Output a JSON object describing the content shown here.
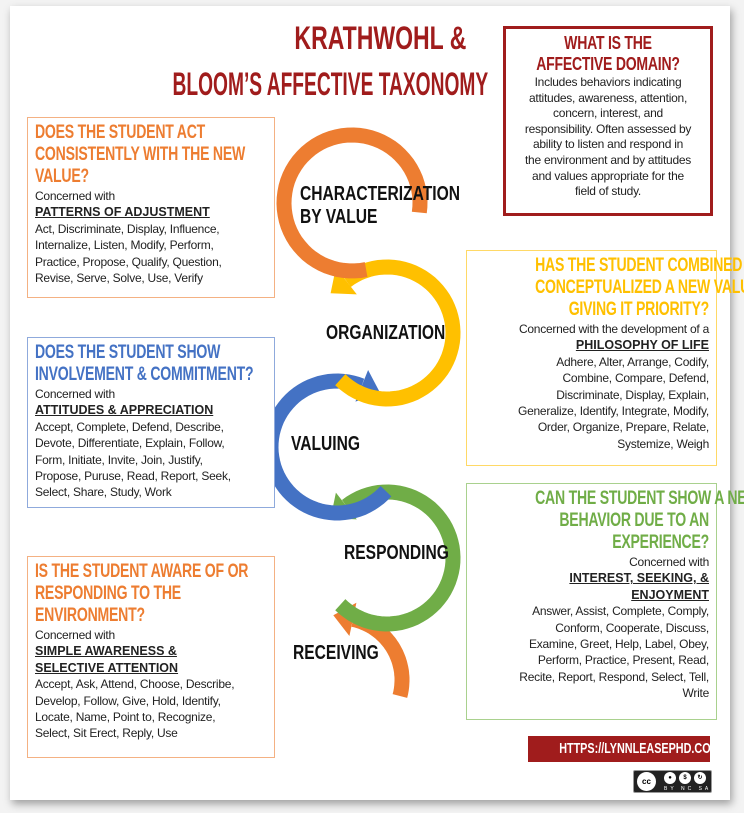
{
  "title": {
    "line1": "KRATHWOHL &",
    "line2": "BLOOM’S AFFECTIVE TAXONOMY"
  },
  "colors": {
    "title": "#a01c1c",
    "orange": "#ed7d31",
    "yellow": "#ffc000",
    "blue": "#4472c4",
    "green": "#70ad47"
  },
  "what_is": {
    "heading": [
      "WHAT IS THE",
      "AFFECTIVE DOMAIN?"
    ],
    "body": [
      "Includes behaviors indicating",
      "attitudes,  awareness, attention,",
      "concern, interest, and",
      "responsibility. Often assessed by",
      "ability to listen and respond in",
      "the environment and by attitudes",
      "and values appropriate for the",
      "field of study."
    ]
  },
  "stages": {
    "characterization": [
      "CHARACTERIZATION",
      "BY VALUE"
    ],
    "organization": "ORGANIZATION",
    "valuing": "VALUING",
    "responding": "RESPONDING",
    "receiving": "RECEIVING"
  },
  "boxes": {
    "characterization": {
      "heading": [
        "DOES THE STUDENT ACT",
        "CONSISTENTLY WITH THE NEW",
        "VALUE?"
      ],
      "intro": "Concerned with",
      "focus": [
        "PATTERNS OF ADJUSTMENT"
      ],
      "verbs": [
        "Act, Discriminate, Display, Influence,",
        "Internalize, Listen, Modify, Perform,",
        "Practice, Propose, Qualify, Question,",
        "Revise, Serve, Solve, Use, Verify"
      ]
    },
    "organization": {
      "heading": [
        "HAS THE STUDENT COMBINED AND",
        "CONCEPTUALIZED A NEW VALUE",
        "GIVING IT PRIORITY?"
      ],
      "intro": "Concerned with the development of a",
      "focus": [
        "PHILOSOPHY OF LIFE"
      ],
      "verbs": [
        "Adhere, Alter,  Arrange, Codify,",
        "Combine, Compare, Defend,",
        "Discriminate, Display, Explain,",
        "Generalize, Identify,  Integrate, Modify,",
        "Order, Organize, Prepare, Relate,",
        "Systemize, Weigh"
      ]
    },
    "valuing": {
      "heading": [
        "DOES THE STUDENT SHOW",
        "INVOLVEMENT & COMMITMENT?"
      ],
      "intro": "Concerned with",
      "focus": [
        "ATTITUDES & APPRECIATION"
      ],
      "verbs": [
        "Accept, Complete, Defend, Describe,",
        "Devote, Differentiate,  Explain, Follow,",
        "Form, Initiate,  Invite,  Join, Justify,",
        "Propose, Puruse, Read, Report, Seek,",
        "Select, Share, Study, Work"
      ]
    },
    "responding": {
      "heading": [
        "CAN THE STUDENT SHOW A NEW",
        "BEHAVIOR DUE TO AN",
        "EXPERIENCE?"
      ],
      "intro": "Concerned with",
      "focus": [
        "INTEREST, SEEKING, &",
        "ENJOYMENT"
      ],
      "verbs": [
        "Answer, Assist, Complete, Comply,",
        "Conform, Cooperate, Discuss,",
        "Examine, Greet, Help, Label, Obey,",
        "Perform, Practice, Present, Read,",
        "Recite, Report, Respond, Select, Tell,",
        "Write"
      ]
    },
    "receiving": {
      "heading": [
        "IS THE STUDENT AWARE OF OR",
        "RESPONDING TO THE",
        "ENVIRONMENT?"
      ],
      "intro": "Concerned with",
      "focus": [
        "SIMPLE AWARENESS &",
        "SELECTIVE ATTENTION"
      ],
      "verbs": [
        "Accept, Ask, Attend,  Choose, Describe,",
        "Develop, Follow, Give, Hold, Identify,",
        "Locate, Name, Point to, Recognize,",
        "Select, Sit Erect, Reply, Use"
      ]
    }
  },
  "footer": {
    "url": "HTTPS://LYNNLEASEPHD.COM",
    "license": {
      "cc": "cc",
      "labels": "BY NC SA"
    }
  }
}
